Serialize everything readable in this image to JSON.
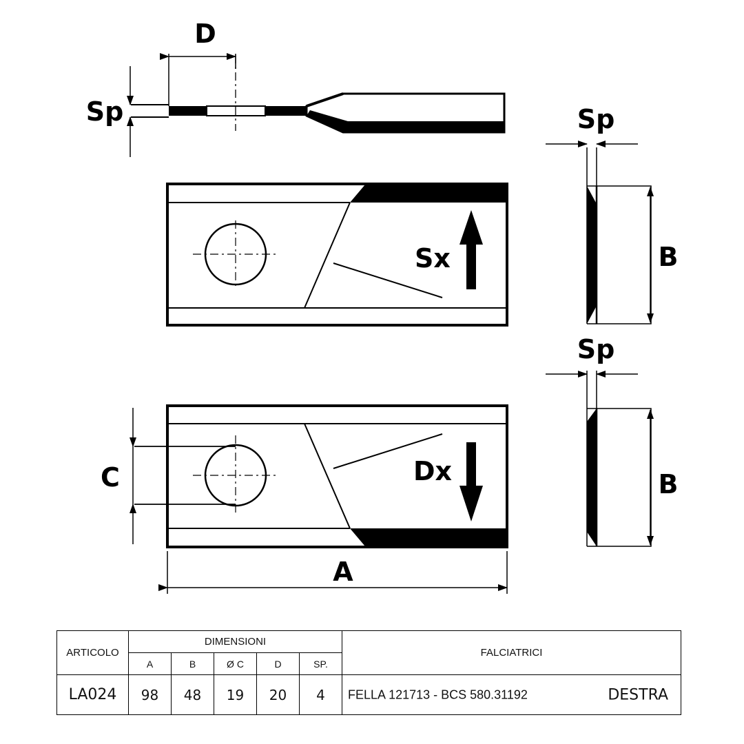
{
  "drawing": {
    "labels": {
      "d": "D",
      "sp_top": "Sp",
      "sp_side_upper": "Sp",
      "sp_side_lower": "Sp",
      "sx": "Sx",
      "dx": "Dx",
      "b_upper": "B",
      "b_lower": "B",
      "c": "C",
      "a": "A"
    }
  },
  "table": {
    "articolo_header": "ARTICOLO",
    "dimensioni_header": "DIMENSIONI",
    "falciatrici_header": "FALCIATRICI",
    "columns": [
      "A",
      "B",
      "Ø C",
      "D",
      "SP."
    ],
    "row": {
      "articolo": "LA024",
      "values": [
        "98",
        "48",
        "19",
        "20",
        "4"
      ],
      "falciatrici": "FELLA 121713 - BCS 580.31192",
      "side": "DESTRA"
    }
  }
}
